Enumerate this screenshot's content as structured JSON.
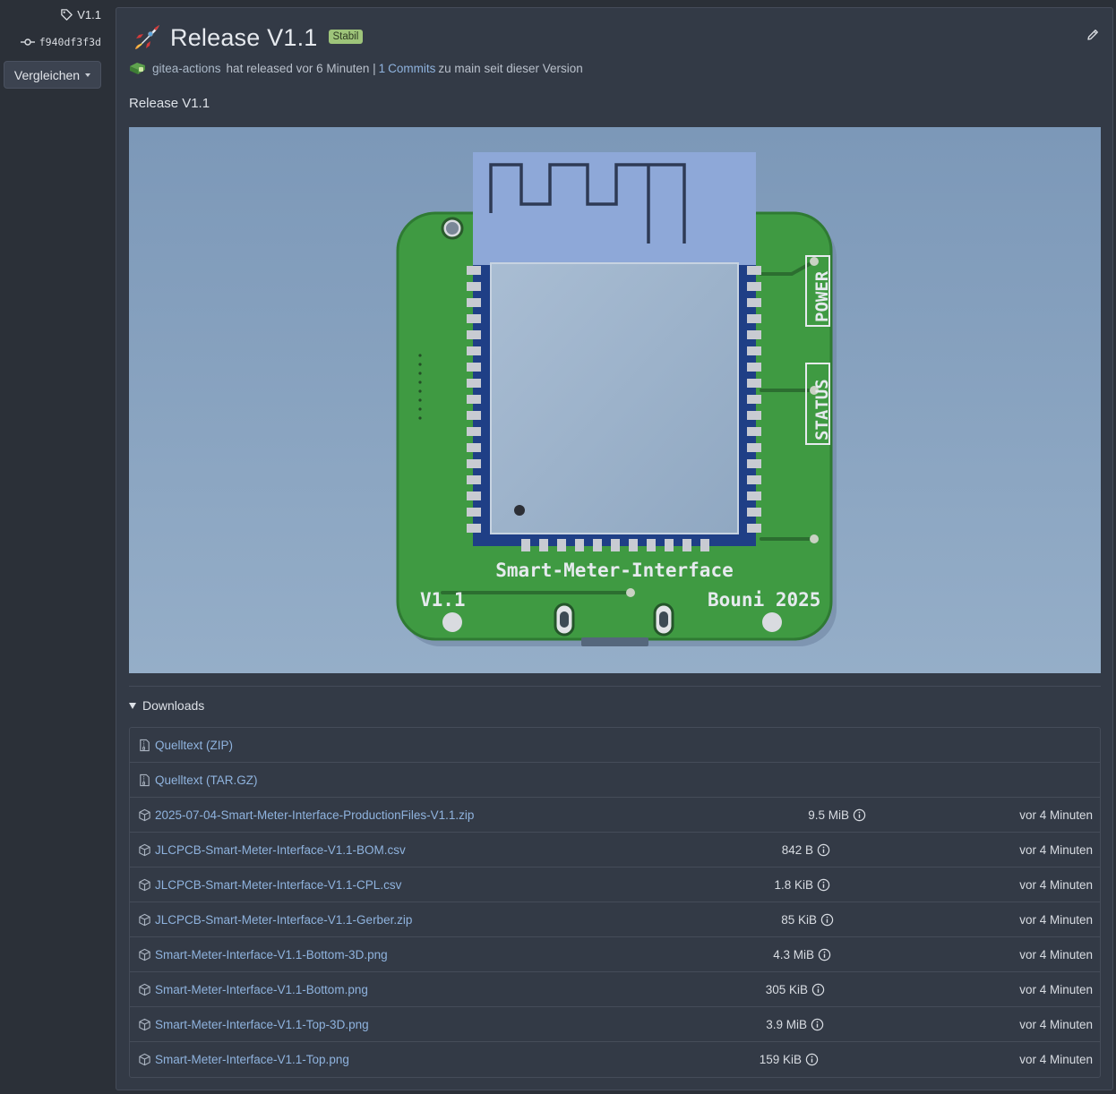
{
  "sidebar": {
    "tag": "V1.1",
    "commit": "f940df3f3d",
    "compare_label": "Vergleichen"
  },
  "release": {
    "title": "Release V1.1",
    "badge": "Stabil",
    "author": "gitea-actions",
    "released_text": "hat released vor 6 Minuten |",
    "commits_count": "1",
    "commits_label": "Commits",
    "commits_suffix": "zu main seit dieser Version",
    "description": "Release V1.1"
  },
  "image": {
    "pcb_title": "Smart-Meter-Interface",
    "version_mark": "V1.1",
    "author_mark": "Bouni 2025",
    "label_power": "POWER",
    "label_status": "STATUS"
  },
  "downloads": {
    "heading": "Downloads",
    "sources": [
      {
        "label": "Quelltext (ZIP)"
      },
      {
        "label": "Quelltext (TAR.GZ)"
      }
    ],
    "assets": [
      {
        "name": "2025-07-04-Smart-Meter-Interface-ProductionFiles-V1.1.zip",
        "size": "9.5 MiB",
        "time": "vor 4 Minuten"
      },
      {
        "name": "JLCPCB-Smart-Meter-Interface-V1.1-BOM.csv",
        "size": "842 B",
        "time": "vor 4 Minuten"
      },
      {
        "name": "JLCPCB-Smart-Meter-Interface-V1.1-CPL.csv",
        "size": "1.8 KiB",
        "time": "vor 4 Minuten"
      },
      {
        "name": "JLCPCB-Smart-Meter-Interface-V1.1-Gerber.zip",
        "size": "85 KiB",
        "time": "vor 4 Minuten"
      },
      {
        "name": "Smart-Meter-Interface-V1.1-Bottom-3D.png",
        "size": "4.3 MiB",
        "time": "vor 4 Minuten"
      },
      {
        "name": "Smart-Meter-Interface-V1.1-Bottom.png",
        "size": "305 KiB",
        "time": "vor 4 Minuten"
      },
      {
        "name": "Smart-Meter-Interface-V1.1-Top-3D.png",
        "size": "3.9 MiB",
        "time": "vor 4 Minuten"
      },
      {
        "name": "Smart-Meter-Interface-V1.1-Top.png",
        "size": "159 KiB",
        "time": "vor 4 Minuten"
      }
    ]
  },
  "colors": {
    "link": "#8fb3de",
    "badge": "#9ec47a",
    "pcb_green": "#3f9a42"
  }
}
